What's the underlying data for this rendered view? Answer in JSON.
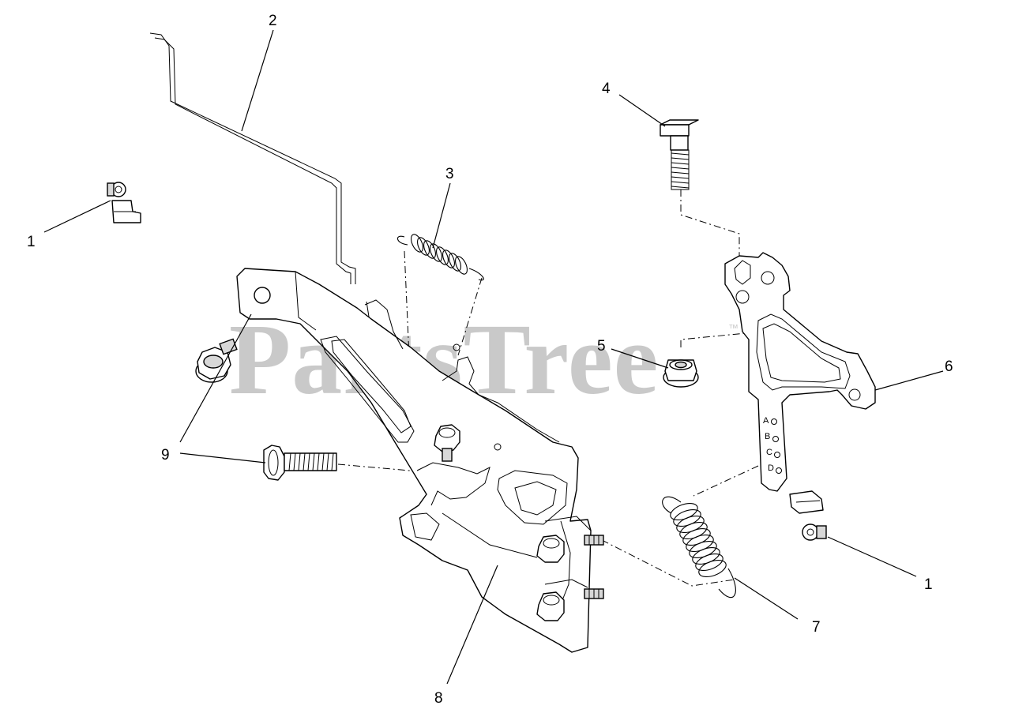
{
  "watermark": {
    "text": "PartsTree",
    "trademark": "™"
  },
  "callouts": [
    {
      "id": "c1a",
      "label": "1"
    },
    {
      "id": "c2",
      "label": "2"
    },
    {
      "id": "c3",
      "label": "3"
    },
    {
      "id": "c4",
      "label": "4"
    },
    {
      "id": "c5",
      "label": "5"
    },
    {
      "id": "c6",
      "label": "6"
    },
    {
      "id": "c1b",
      "label": "1"
    },
    {
      "id": "c7",
      "label": "7"
    },
    {
      "id": "c8",
      "label": "8"
    },
    {
      "id": "c9",
      "label": "9"
    }
  ],
  "hole_labels": [
    "A",
    "B",
    "C",
    "D"
  ],
  "icons": {
    "clip": "cable-clip-icon",
    "rod": "control-rod-icon",
    "spring": "extension-spring-icon",
    "bolt": "bolt-icon",
    "nut": "flange-nut-icon",
    "bracket": "control-bracket-icon",
    "lever": "throttle-lever-icon"
  },
  "colors": {
    "line": "#000000",
    "watermark": "#c9c9c9",
    "background": "#ffffff"
  }
}
